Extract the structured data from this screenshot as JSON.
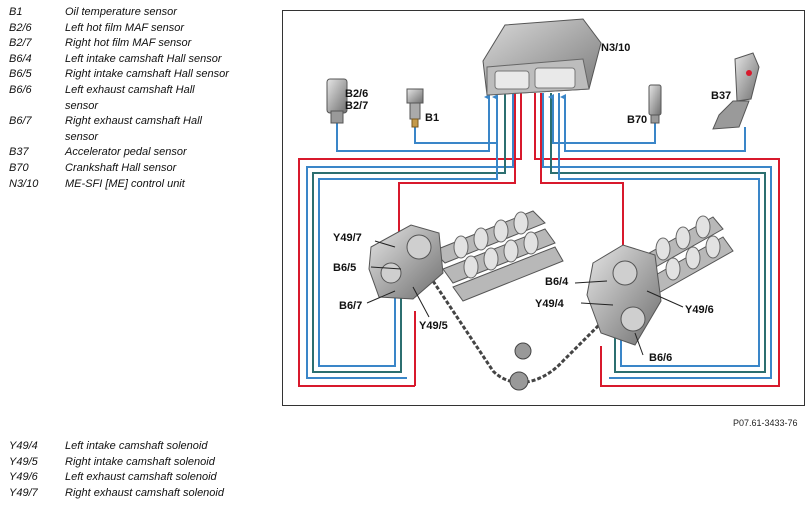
{
  "legend_top": [
    {
      "code": "B1",
      "desc": "Oil temperature sensor"
    },
    {
      "code": "B2/6",
      "desc": "Left hot film MAF sensor"
    },
    {
      "code": "B2/7",
      "desc": "Right hot film MAF sensor"
    },
    {
      "code": "B6/4",
      "desc": "Left intake camshaft Hall sensor"
    },
    {
      "code": "B6/5",
      "desc": "Right intake camshaft Hall sensor"
    },
    {
      "code": "B6/6",
      "desc": "Left exhaust camshaft Hall sensor"
    },
    {
      "code": "B6/7",
      "desc": "Right exhaust camshaft Hall sensor"
    },
    {
      "code": "B37",
      "desc": "Accelerator pedal sensor"
    },
    {
      "code": "B70",
      "desc": "Crankshaft Hall sensor"
    },
    {
      "code": "N3/10",
      "desc": "ME-SFI [ME] control unit"
    }
  ],
  "legend_bottom": [
    {
      "code": "Y49/4",
      "desc": "Left intake camshaft solenoid"
    },
    {
      "code": "Y49/5",
      "desc": "Right intake camshaft solenoid"
    },
    {
      "code": "Y49/6",
      "desc": "Left exhaust camshaft solenoid"
    },
    {
      "code": "Y49/7",
      "desc": "Right exhaust camshaft solenoid"
    }
  ],
  "diagram": {
    "labels": {
      "n3_10": "N3/10",
      "b2_6": "B2/6",
      "b2_7": "B2/7",
      "b1": "B1",
      "b70": "B70",
      "b37": "B37",
      "y49_7": "Y49/7",
      "b6_5": "B6/5",
      "b6_7": "B6/7",
      "y49_5": "Y49/5",
      "b6_4": "B6/4",
      "y49_4": "Y49/4",
      "y49_6": "Y49/6",
      "b6_6": "B6/6"
    },
    "colors": {
      "signal_in": "#3a86c8",
      "signal_out": "#d8192c",
      "teal": "#2c6f70",
      "component": "#8c8c8c"
    }
  },
  "figure_ref": "P07.61-3433-76"
}
